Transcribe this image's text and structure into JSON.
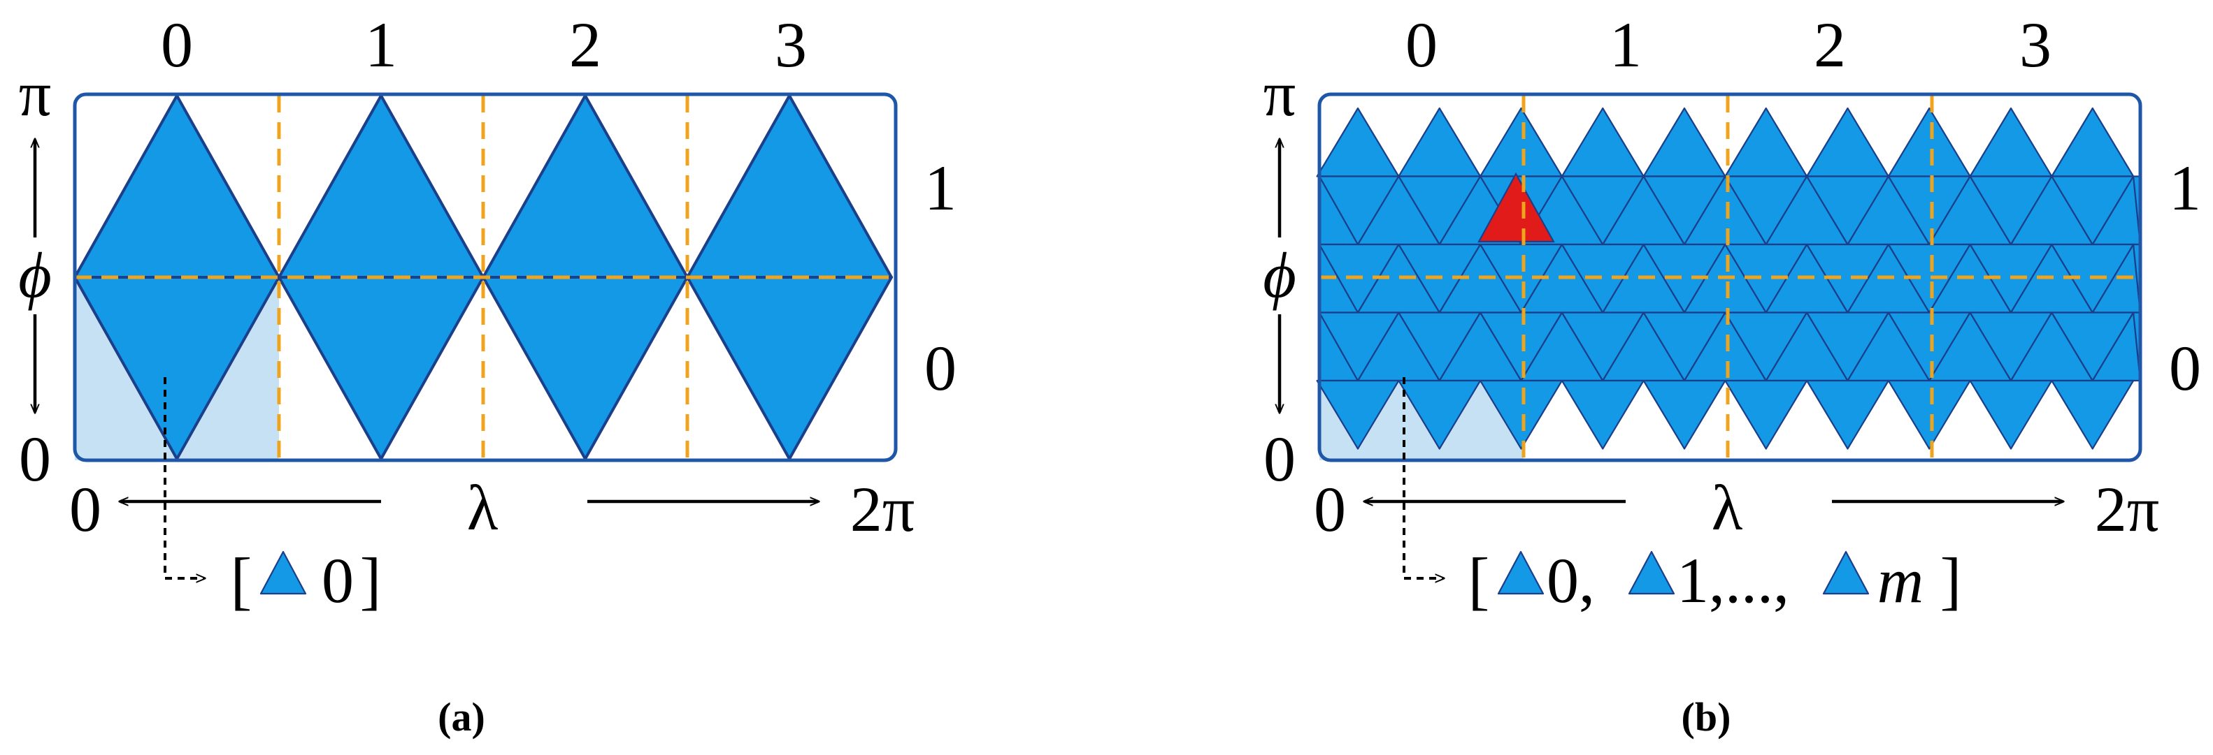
{
  "panel_a": {
    "column_labels": [
      "0",
      "1",
      "2",
      "3"
    ],
    "phi_top": "π",
    "phi_symbol": "ϕ",
    "phi_bottom": "0",
    "row_labels": [
      "1",
      "0"
    ],
    "lambda_start": "0",
    "lambda_symbol": "λ",
    "lambda_end": "2π",
    "index_list": {
      "open": "[",
      "item": "0",
      "close": "]"
    },
    "caption": "(a)"
  },
  "panel_b": {
    "column_labels": [
      "0",
      "1",
      "2",
      "3"
    ],
    "phi_top": "π",
    "phi_symbol": "ϕ",
    "phi_bottom": "0",
    "row_labels": [
      "1",
      "0"
    ],
    "lambda_start": "0",
    "lambda_symbol": "λ",
    "lambda_end": "2π",
    "index_list": {
      "open": "[",
      "items": [
        "0,",
        "1,...,",
        "m"
      ],
      "close": "]"
    },
    "caption": "(b)"
  },
  "colors": {
    "triangle_fill": "#1499e6",
    "triangle_stroke": "#1b3f8a",
    "highlight_triangle": "#e11a1a",
    "frame": "#1f57a8",
    "shaded_cell": "#c7e1f4",
    "grid_dash": "#f0a41e"
  }
}
